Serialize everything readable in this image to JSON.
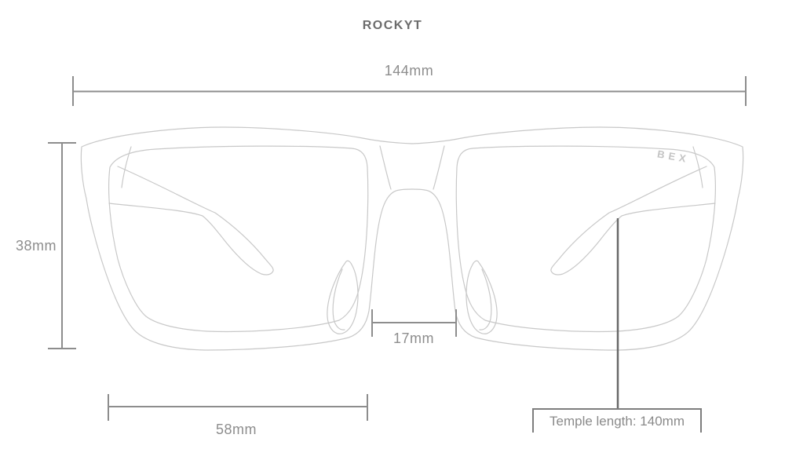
{
  "title": "ROCKYT",
  "product": {
    "brand_logo": "BEX"
  },
  "dimensions": {
    "total_width": {
      "label": "144mm"
    },
    "lens_height": {
      "label": "38mm"
    },
    "lens_width": {
      "label": "58mm"
    },
    "bridge_width": {
      "label": "17mm"
    },
    "temple_length": {
      "label": "Temple length: 140mm"
    }
  },
  "colors": {
    "background": "#ffffff",
    "line_art": "#c8c8c8",
    "dimension_lines": "#8d8d8d",
    "dimension_text": "#8d8d8d",
    "title_text": "#6b6b6b",
    "temple_pointer": "#696969",
    "callout_box_border": "#7d7d7d"
  }
}
